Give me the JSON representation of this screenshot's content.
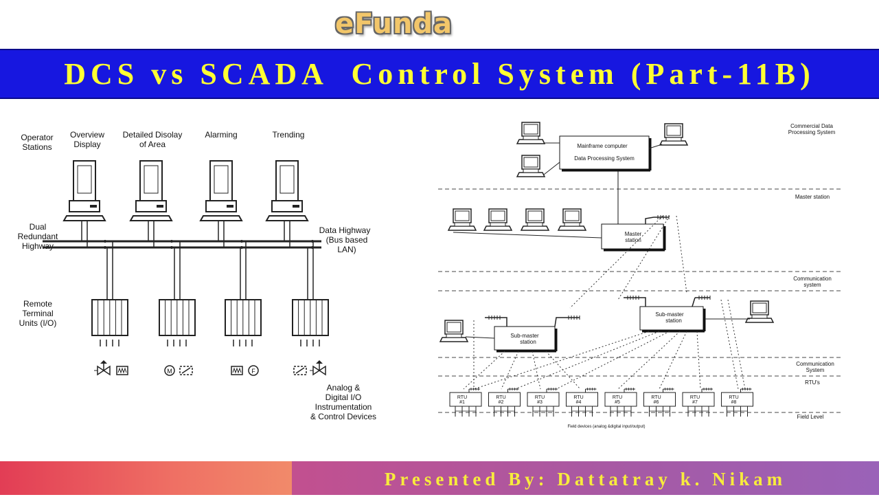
{
  "logo": "eFunda",
  "title": "DCS vs SCADA  Control System (Part-11B)",
  "presenter": "Presented By: Dattatray k. Nikam",
  "dcs": {
    "operator_stations": [
      "Operator",
      "Stations"
    ],
    "screens": [
      [
        "Overview",
        "Display"
      ],
      [
        "Detailed Disolay",
        "of Area"
      ],
      [
        "Alarming"
      ],
      [
        "Trending"
      ]
    ],
    "dual_highway": [
      "Dual",
      "Redundant",
      "Highway"
    ],
    "data_highway": [
      "Data Highway",
      "(Bus based",
      "LAN)"
    ],
    "rtu": [
      "Remote",
      "Terminal",
      "Units (I/O)"
    ],
    "io_devices": [
      "Analog &",
      "Digital I/O",
      "Instrumentation",
      "& Control Devices"
    ]
  },
  "scada": {
    "mainframe": [
      "Mainframe computer",
      "Data Processing System"
    ],
    "master": [
      "Master",
      "station"
    ],
    "submaster": [
      "Sub-master",
      "station"
    ],
    "levels": [
      [
        "Commercial Data",
        "Processing System"
      ],
      [
        "Master station"
      ],
      [
        "Communication",
        "system"
      ],
      [
        "Communication",
        "System"
      ],
      [
        "RTU's"
      ],
      [
        "Field Level"
      ]
    ],
    "rtus": [
      [
        "RTU",
        "#1"
      ],
      [
        "RTU",
        "#2"
      ],
      [
        "RTU",
        "#3"
      ],
      [
        "RTU",
        "#4"
      ],
      [
        "RTU",
        "#5"
      ],
      [
        "RTU",
        "#6"
      ],
      [
        "RTU",
        "#7"
      ],
      [
        "RTU",
        "#8"
      ]
    ],
    "field_devices": "Field devices (analog &digital input/output)"
  }
}
